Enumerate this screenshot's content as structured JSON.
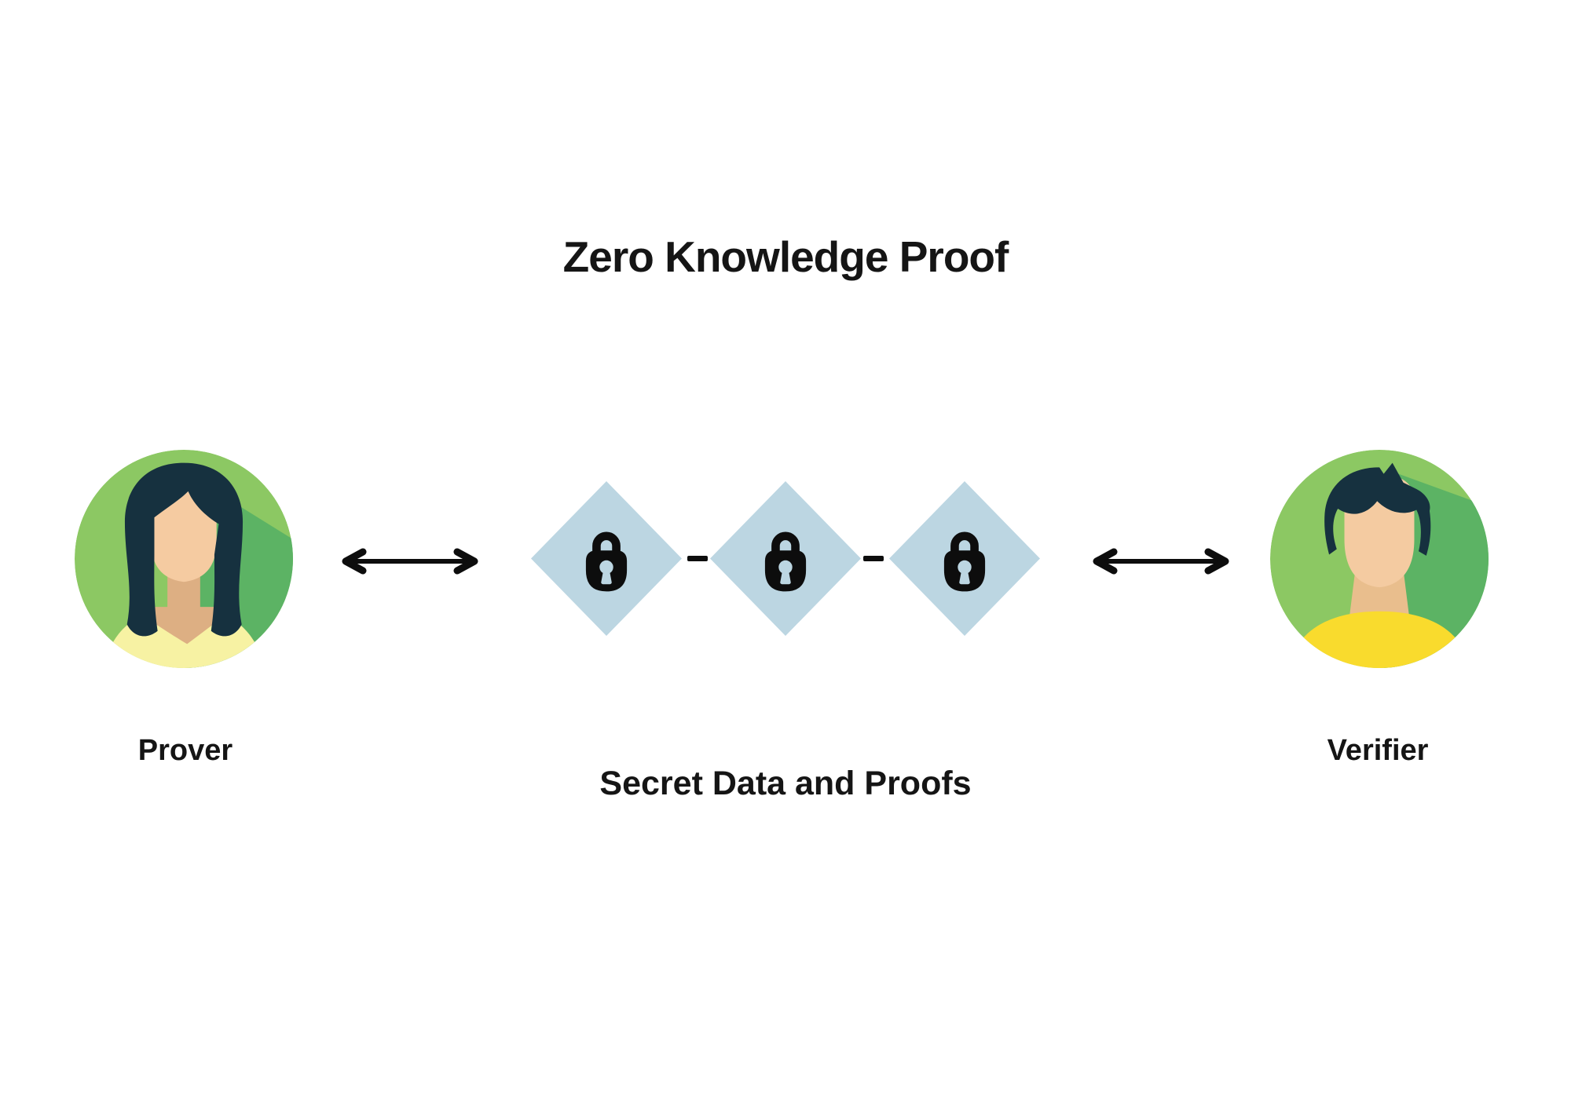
{
  "title": "Zero Knowledge Proof",
  "actors": {
    "prover": {
      "label": "Prover",
      "avatar_icon": "woman-avatar-icon"
    },
    "verifier": {
      "label": "Verifier",
      "avatar_icon": "man-avatar-icon"
    }
  },
  "chain": {
    "caption": "Secret Data and Proofs",
    "nodes": [
      {
        "icon": "lock-icon",
        "shape": "diamond"
      },
      {
        "icon": "lock-icon",
        "shape": "diamond"
      },
      {
        "icon": "lock-icon",
        "shape": "diamond"
      }
    ],
    "connector_icon": "dash-connector"
  },
  "arrows": {
    "left_icon": "double-headed-arrow-icon",
    "right_icon": "double-headed-arrow-icon"
  },
  "colors": {
    "background": "#ffffff",
    "text": "#151515",
    "circle_green_light": "#8cc863",
    "circle_green_shadow": "#5cb364",
    "hair_navy": "#16313f",
    "skin_face": "#f5cba1",
    "skin_chest": "#ddaf83",
    "skin_neck": "#e9be8d",
    "prover_top_yellow": "#f7f2a3",
    "verifier_shirt_yellow": "#f9db2d",
    "diamond_blue": "#bcd6e2",
    "lock_black": "#0d0d0d",
    "arrow_black": "#0d0d0d"
  }
}
